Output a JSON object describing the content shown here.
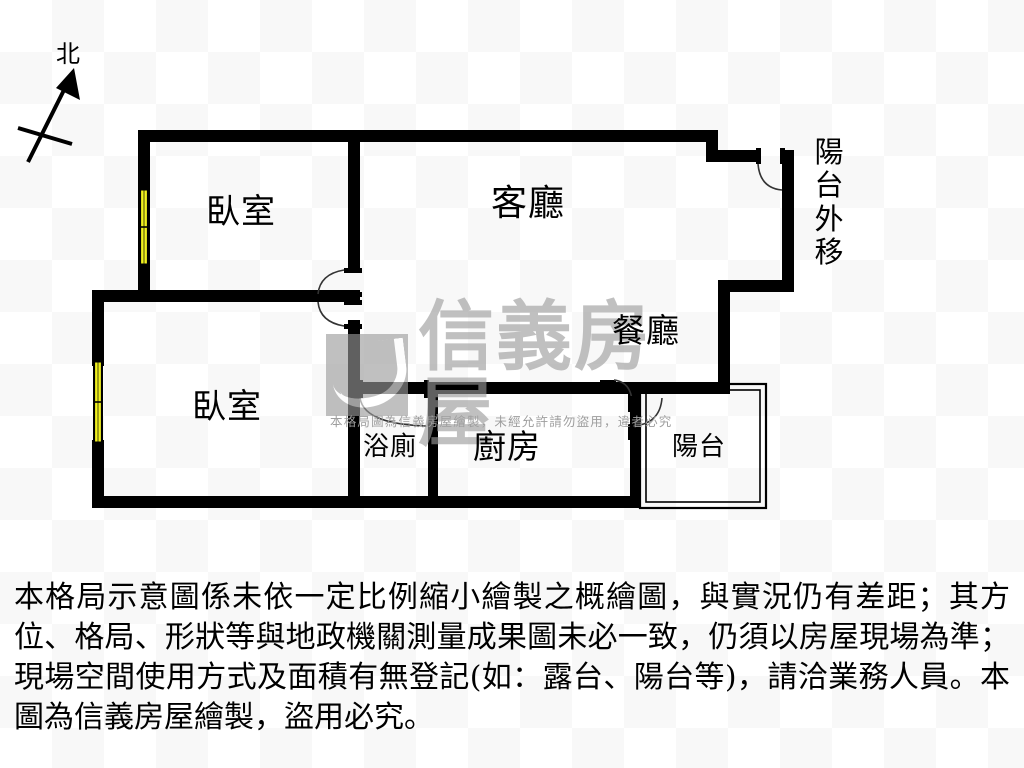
{
  "document": {
    "type": "floor-plan",
    "brand": "信義房屋",
    "compass": {
      "label": "北",
      "direction": "north-arrow"
    }
  },
  "rooms": [
    {
      "id": "bedroom-1",
      "label": "臥室"
    },
    {
      "id": "bedroom-2",
      "label": "臥室"
    },
    {
      "id": "living-room",
      "label": "客廳"
    },
    {
      "id": "dining-room",
      "label": "餐廳"
    },
    {
      "id": "bathroom",
      "label": "浴廁"
    },
    {
      "id": "kitchen",
      "label": "廚房"
    },
    {
      "id": "balcony",
      "label": "陽台"
    }
  ],
  "annotations": {
    "balcony_relocated": "陽台外移",
    "balcony_relocated_chars": [
      "陽",
      "台",
      "外",
      "移"
    ]
  },
  "watermark": {
    "logo_text": "信義房屋",
    "copyright_line": "本格局圖為信義房屋繪製，未經允許請勿盜用，違者必究"
  },
  "disclaimer": {
    "text": "本格局示意圖係未依一定比例縮小繪製之概繪圖，與實況仍有差距；其方位、格局、形狀等與地政機關測量成果圖未必一致，仍須以房屋現場為準；現場空間使用方式及面積有無登記(如：露台、陽台等)，請洽業務人員。本圖為信義房屋繪製，盜用必究。"
  },
  "colors": {
    "wall": "#000000",
    "window_fill": "#f2f21f",
    "window_stroke": "#000000",
    "door_arc": "#333333",
    "watermark_gray": "#9b9b9b",
    "background": "#ffffff"
  },
  "elements": {
    "windows": [
      {
        "id": "window-bedroom-1",
        "orientation": "vertical"
      },
      {
        "id": "window-bedroom-2",
        "orientation": "vertical"
      }
    ],
    "doors": [
      {
        "id": "door-entrance",
        "swing": "arc"
      },
      {
        "id": "door-bedroom-1",
        "swing": "arc"
      },
      {
        "id": "door-bedroom-2",
        "swing": "arc"
      },
      {
        "id": "door-bathroom",
        "swing": "arc"
      },
      {
        "id": "door-kitchen",
        "swing": "arc"
      },
      {
        "id": "door-balcony",
        "swing": "arc"
      }
    ]
  }
}
